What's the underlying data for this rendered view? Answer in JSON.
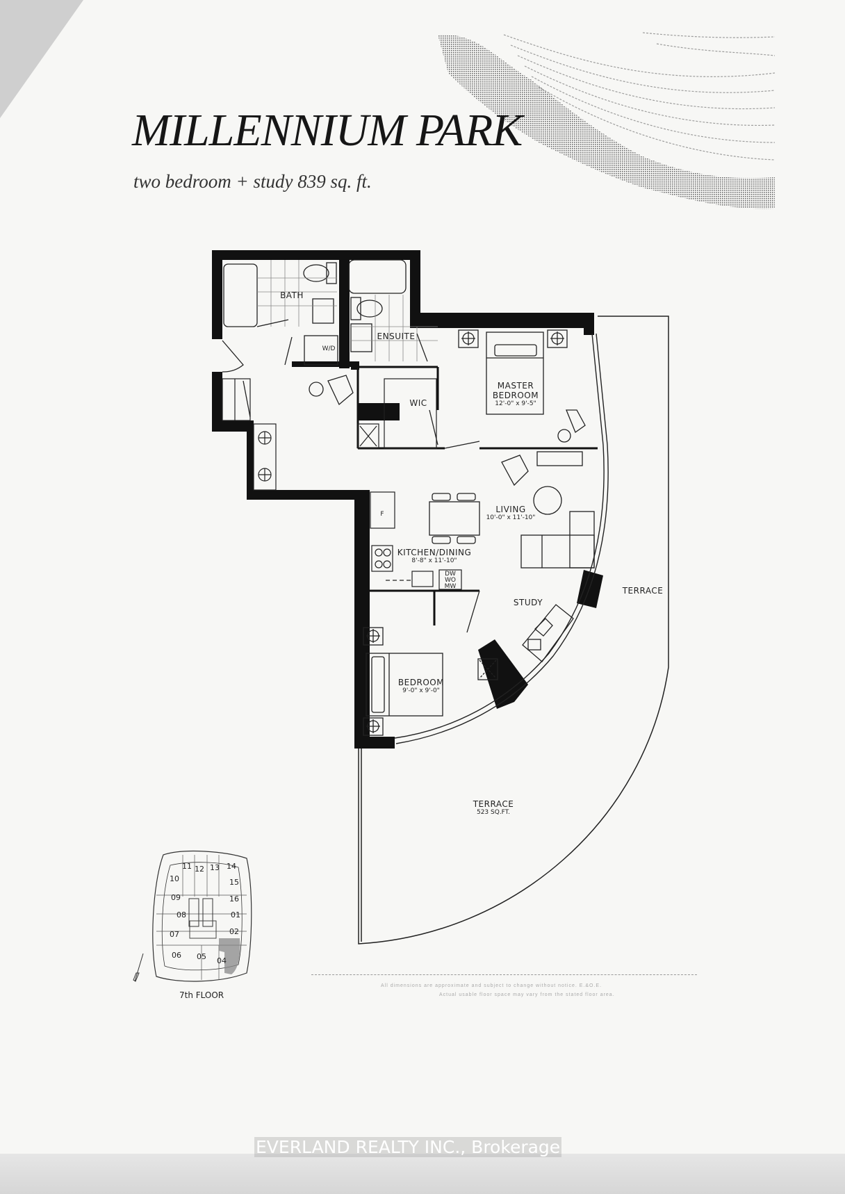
{
  "header": {
    "title": "MILLENNIUM PARK",
    "subtitle": "two bedroom + study 839 sq. ft."
  },
  "rooms": [
    {
      "name": "BATH",
      "dims": ""
    },
    {
      "name": "ENSUITE",
      "dims": ""
    },
    {
      "name": "W/D",
      "dims": ""
    },
    {
      "name": "WIC",
      "dims": ""
    },
    {
      "name": "MASTER BEDROOM",
      "line1": "MASTER",
      "line2": "BEDROOM",
      "dims": "12'-0\" x 9'-5\""
    },
    {
      "name": "LIVING",
      "dims": "10'-0\" x 11'-10\""
    },
    {
      "name": "KITCHEN/DINING",
      "dims": "8'-8\" x 11'-10\""
    },
    {
      "name": "STUDY",
      "dims": ""
    },
    {
      "name": "BEDROOM",
      "dims": "9'-0\" x 9'-0\""
    },
    {
      "name": "TERRACE",
      "dims": ""
    },
    {
      "name": "TERRACE",
      "dims": "523 SQ.FT."
    }
  ],
  "appliances": {
    "fridge": "F",
    "dw": "DW",
    "wo": "WO",
    "mw": "MW"
  },
  "keyplan": {
    "floor_label": "7th FLOOR",
    "units": [
      "01",
      "02",
      "04",
      "05",
      "06",
      "07",
      "08",
      "09",
      "10",
      "11",
      "12",
      "13",
      "14",
      "15",
      "16"
    ],
    "highlighted_unit": "03"
  },
  "fineprint": {
    "line1": "All dimensions are approximate and subject to change without notice.  E.&O.E.",
    "line2": "Actual usable floor space may vary from the stated floor area."
  },
  "watermark": "EVERLAND REALTY INC., Brokerage",
  "colors": {
    "paper": "#f7f7f5",
    "wall": "#111111",
    "ink": "#1b1b1b"
  }
}
